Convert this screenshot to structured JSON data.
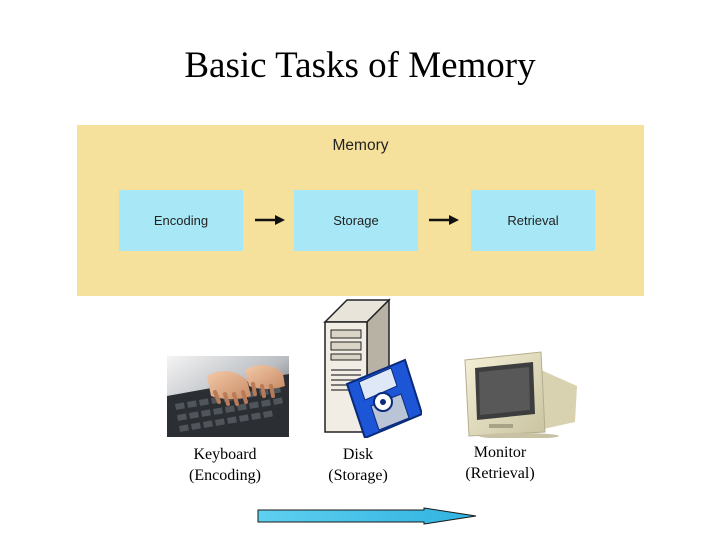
{
  "slide": {
    "title": "Basic Tasks of Memory"
  },
  "memory_panel": {
    "label": "Memory",
    "stages": [
      {
        "label": "Encoding"
      },
      {
        "label": "Storage"
      },
      {
        "label": "Retrieval"
      }
    ],
    "colors": {
      "panel": "#f6e19c",
      "stage_box": "#a8e8f6"
    }
  },
  "devices": [
    {
      "icon": "keyboard-photo",
      "caption_line1": "Keyboard",
      "caption_line2": "(Encoding)"
    },
    {
      "icon": "computer-tower-floppy-disk",
      "caption_line1": "Disk",
      "caption_line2": "(Storage)"
    },
    {
      "icon": "crt-monitor-photo",
      "caption_line1": "Monitor",
      "caption_line2": "(Retrieval)"
    }
  ],
  "bottom_arrow": {
    "icon": "right-arrow-cyan",
    "color": "#4cc3e8"
  }
}
